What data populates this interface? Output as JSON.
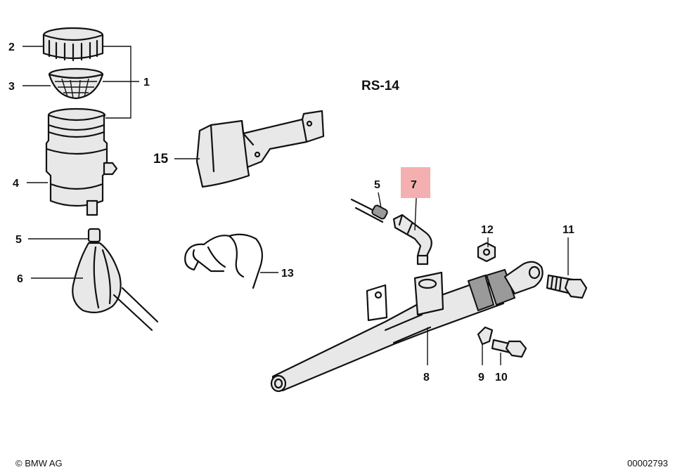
{
  "diagram_code": "RS-14",
  "highlight_color": "#f2a2a2",
  "callouts": {
    "c1": "1",
    "c2": "2",
    "c3": "3",
    "c4": "4",
    "c5_left": "5",
    "c6": "6",
    "c5_right": "5",
    "c7": "7",
    "c8": "8",
    "c9": "9",
    "c10": "10",
    "c11": "11",
    "c12": "12",
    "c13": "13",
    "c15": "15"
  },
  "highlighted_part": "7",
  "footer": {
    "copyright": "© BMW AG",
    "drawing_number": "00002793"
  }
}
